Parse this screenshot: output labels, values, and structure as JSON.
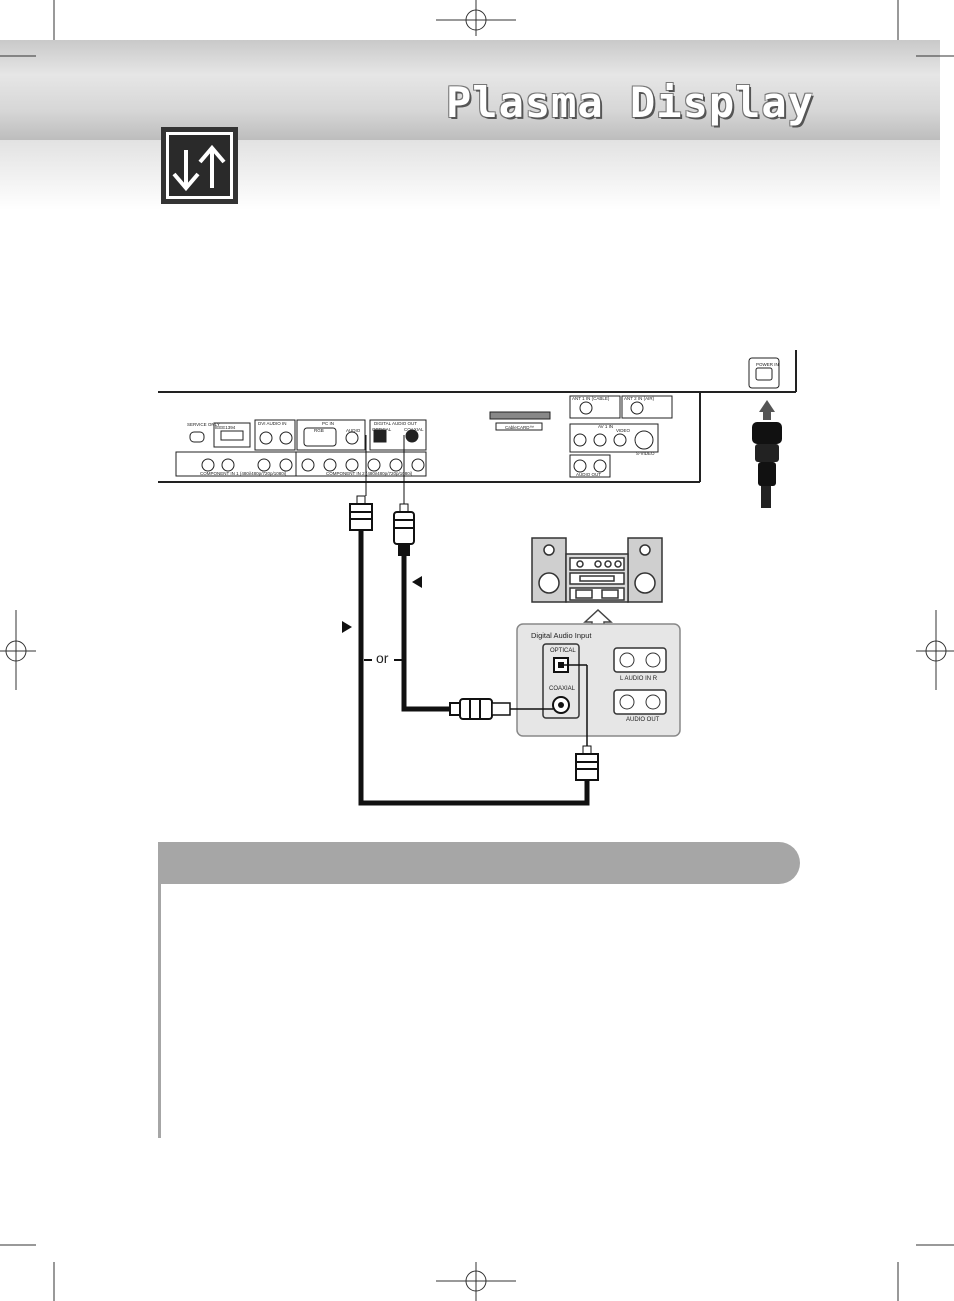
{
  "header": {
    "title": "Plasma Display"
  },
  "panel_labels": {
    "power_in": "POWER IN",
    "service_only": "SERVICE ONLY",
    "ieee1394": "IEEE1394",
    "dvi_audio_in": "DVI AUDIO IN",
    "pc_in": "PC IN",
    "pc_rgb": "RGB",
    "pc_audio": "AUDIO",
    "digital_audio_out": "DIGITAL AUDIO OUT",
    "optical": "OPTICAL",
    "coaxial": "COAXIAL",
    "component1": "COMPONENT IN 1 (480i/480p/720p/1080i)",
    "component2": "COMPONENT IN 2 (480i/480p/720p/1080i)",
    "cable_card": "CableCARD™",
    "ant1_in": "ANT 1 IN (CABLE)",
    "ant2_in": "ANT 2 IN (AIR)",
    "av_in": "AV 1 IN",
    "video": "VIDEO",
    "s_video": "S-VIDEO",
    "audio_out_panel": "AUDIO OUT"
  },
  "cable_labels": {
    "or_label": "or"
  },
  "receiver_panel": {
    "title": "Digital Audio Input",
    "optical": "OPTICAL",
    "coaxial": "COAXIAL",
    "audio_in": "L  AUDIO IN  R",
    "audio_out": "AUDIO OUT"
  },
  "colors": {
    "header_band": "#d4d4d4",
    "section_bar": "#a6a6a6",
    "panel_fill": "#ffffff",
    "receiver_panel_fill": "#e6e6e6",
    "cable": "#111111"
  },
  "icons": [
    "io-arrows-icon",
    "power-plug-icon",
    "stereo-system-icon",
    "rca-plug-icon",
    "optical-plug-icon"
  ]
}
